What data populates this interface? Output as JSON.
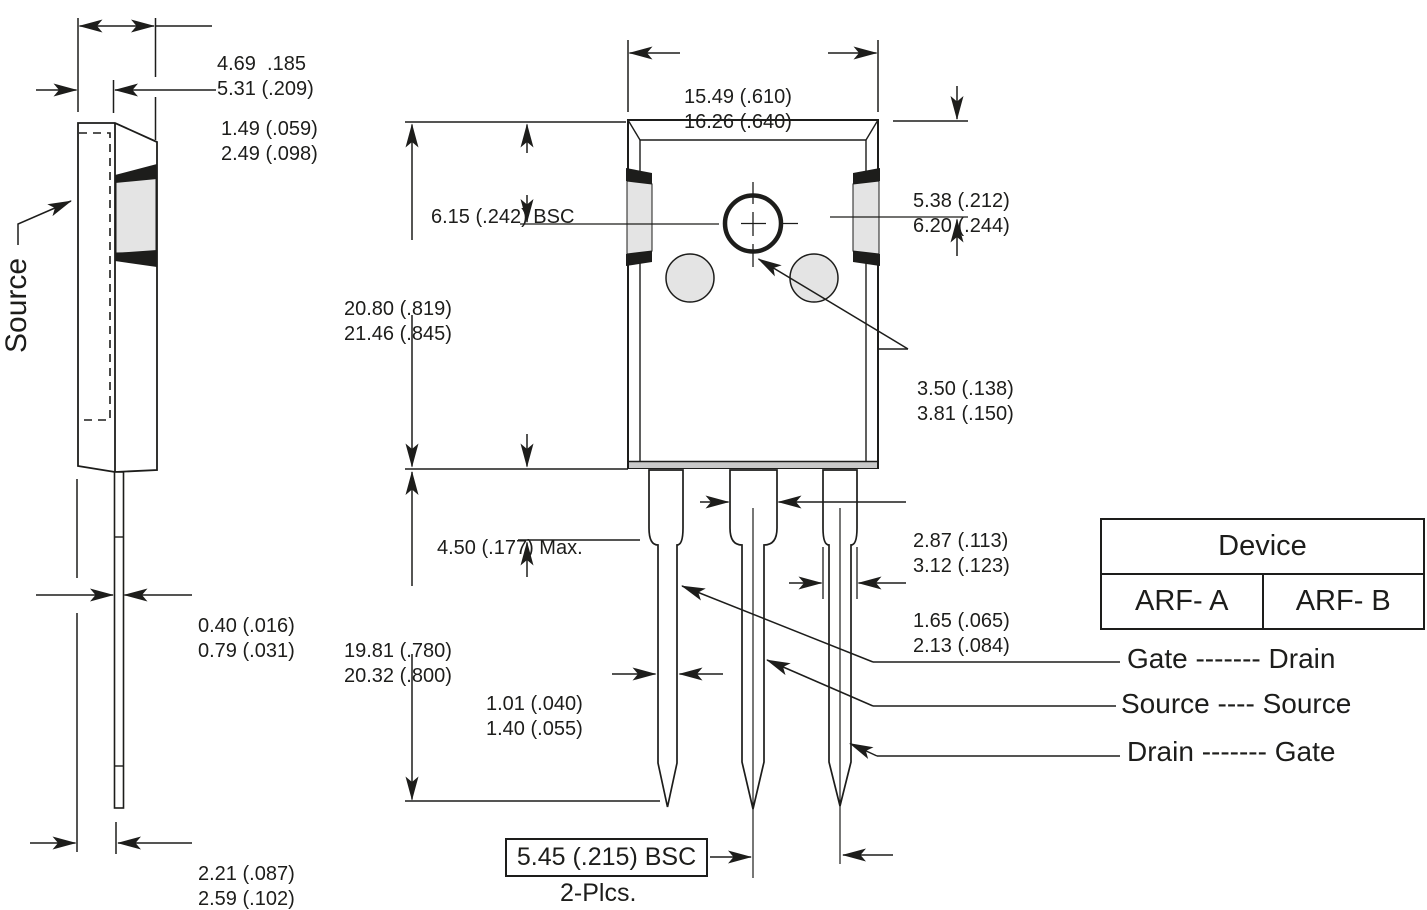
{
  "title": "TO-247 style package outline drawing",
  "colors": {
    "line": "#1d1d1b",
    "fill_gray": "#e4e4e4",
    "edge_gray": "#c9c9c9"
  },
  "side_view": {
    "label": "Source"
  },
  "dims": {
    "tab_width": [
      "4.69  .185",
      "5.31 (.209)"
    ],
    "tab_offset": [
      "1.49 (.059)",
      "2.49 (.098)"
    ],
    "lead_thickness": [
      "0.40 (.016)",
      "0.79 (.031)"
    ],
    "lead_offset": [
      "2.21 (.087)",
      "2.59 (.102)"
    ],
    "body_width": [
      "15.49 (.610)",
      "16.26 (.640)"
    ],
    "hole_offset": "6.15 (.242) BSC",
    "body_height": [
      "20.80 (.819)",
      "21.46 (.845)"
    ],
    "shoulder_length": "4.50 (.177) Max.",
    "lead_length": [
      "19.81 (.780)",
      "20.32 (.800)"
    ],
    "lead_width_narrow": [
      "1.01 (.040)",
      "1.40 (.055)"
    ],
    "hole_top": [
      "5.38 (.212)",
      "6.20 (.244)"
    ],
    "hole_diameter": [
      "3.50 (.138)",
      "3.81 (.150)"
    ],
    "center_lead_width": [
      "2.87 (.113)",
      "3.12 (.123)"
    ],
    "outer_lead_width": [
      "1.65 (.065)",
      "2.13 (.084)"
    ],
    "lead_pitch": "5.45 (.215) BSC",
    "lead_pitch_note": "2-Plcs."
  },
  "pinout": {
    "pin1": "Gate ------- Drain",
    "pin2": "Source ---- Source",
    "pin3": "Drain ------- Gate"
  },
  "table": {
    "header": "Device",
    "col_a": "ARF- A",
    "col_b": "ARF- B"
  }
}
